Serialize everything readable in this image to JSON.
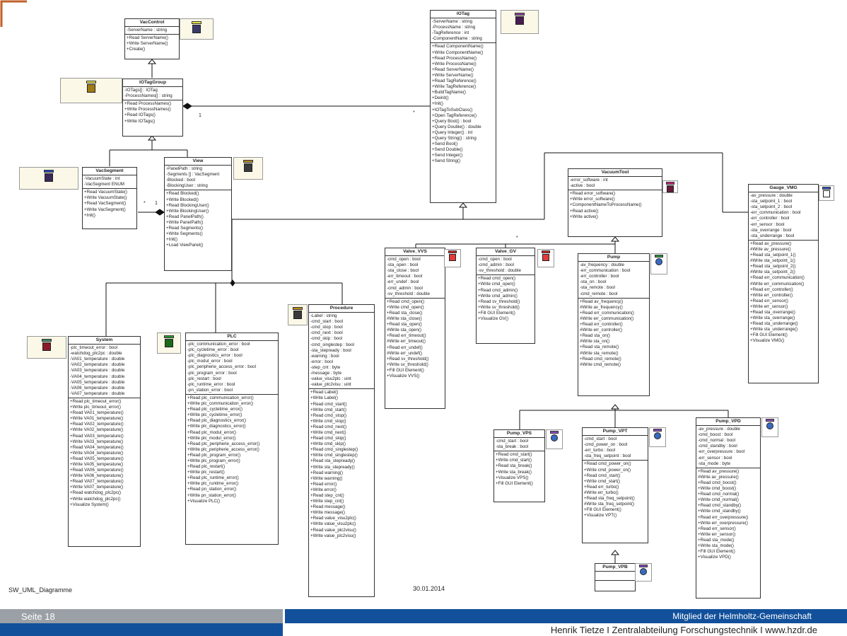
{
  "caption_left": "SW_UML_Diagramme",
  "caption_date": "30.01.2014",
  "footer": {
    "page": "Seite 18",
    "mitglied": "Mitglied der Helmholtz-Gemeinschaft",
    "author": "Henrik Tietze  I  Zentralabteilung Forschungstechnik  I  www.hzdr.de"
  },
  "multiplicities": {
    "m1": "1",
    "m2": "*",
    "m3": "*",
    "m4": "1",
    "m5": "*"
  },
  "colors": {
    "corner": "#c0602a",
    "footer_gray": "#9aa0a6",
    "footer_blue": "#12509b"
  },
  "classes": [
    {
      "id": "VacControl",
      "name": "VacControl",
      "attrs": [
        "-ServerName : string"
      ],
      "ops": [
        "+Read ServerName()",
        "+Write ServerName()",
        "+Create()"
      ]
    },
    {
      "id": "IOTagGroup",
      "name": "IOTagGroup",
      "attrs": [
        "-IOTags[] : IOTag",
        "-ProcessNames[] : string"
      ],
      "ops": [
        "+Read ProcessNames()",
        "+Write ProcessNames()",
        "+Read IOTags()",
        "+Write IOTags()"
      ]
    },
    {
      "id": "IOTag",
      "name": "IOTag",
      "attrs": [
        "-ServerName : string",
        "-ProcessName : string",
        "-TagReference : int",
        "-ComponentName : string"
      ],
      "ops": [
        "+Read ComponentName()",
        "+Write ComponentName()",
        "+Read ProcessName()",
        "+Write ProcessName()",
        "+Read ServerName()",
        "+Write ServerName()",
        "+Read TagReference()",
        "+Write TagReference()",
        "+BuildTagName()",
        "+Deinit()",
        "+Init()",
        "+IOTagToSubClass()",
        "+Open TagReference()",
        "+Query Bool() : bool",
        "+Query Double() : double",
        "+Query Integer() : int",
        "+Query String() : string",
        "+Send Bool()",
        "+Send Double()",
        "+Send Integer()",
        "+Send String()"
      ]
    },
    {
      "id": "VacSegment",
      "name": "VacSegment",
      "attrs": [
        "-VacuumState : int",
        "-VacSegment ENUM"
      ],
      "ops": [
        "+Read VacuumState()",
        "+Write VacuumState()",
        "+Read VacSegment()",
        "+Write VacSegment()",
        "+Init()"
      ]
    },
    {
      "id": "View",
      "name": "View",
      "attrs": [
        "-PanelPath : string",
        "-Segments [] : VacSegment",
        "-Blocked : bool",
        "-BlockingUser : string"
      ],
      "ops": [
        "+Read Blocked()",
        "+Write Blocked()",
        "+Read BlockingUser()",
        "+Write BlockingUser()",
        "+Read PanelPath()",
        "+Write PanelPath()",
        "+Read Segments()",
        "+Write Segments()",
        "+Init()",
        "+Load ViewPanel()"
      ]
    },
    {
      "id": "VacuumTool",
      "name": "VacuumTool",
      "attrs": [
        "-error_software : int",
        "-active : bool"
      ],
      "ops": [
        "+Read error_software()",
        "+Write error_software()",
        "+ComponentNameToProcessName()",
        "+Read active()",
        "+Write active()"
      ]
    },
    {
      "id": "GaugeVMG",
      "name": "Gauge_VMG",
      "attrs": [
        "-av_pressure : double",
        "-sta_setpoint_1 : bool",
        "-sta_setpoint_2 : bool",
        "-err_communication : bool",
        "-err_controller : bool",
        "-err_sensor : bool",
        "-sta_overrange : bool",
        "-sta_underrange : bool"
      ],
      "ops": [
        "+Read av_pressure()",
        "#Write av_pressure()",
        "+Read sta_setpoint_1()",
        "#Write sta_setpoint_1()",
        "+Read sta_setpoint_2()",
        "#Write sta_setpoint_2()",
        "+Read err_communication()",
        "#Write err_communication()",
        "+Read err_controller()",
        "+Write err_controller()",
        "+Read err_sensor()",
        "+Write err_sensor()",
        "+Read sta_overrange()",
        "+Write sta_overrange()",
        "+Read sta_underrange()",
        "+Write sta_underrange()",
        "+Fill GUI Element()",
        "+Visualize VMG()"
      ]
    },
    {
      "id": "ValveVVS",
      "name": "Valve_VVS",
      "attrs": [
        "-cmd_open : bool",
        "-sta_open : bool",
        "-sta_close : bool",
        "-err_timeout : bool",
        "-err_undef : bool",
        "-cmd_admin : bool",
        "-sv_threshold : double"
      ],
      "ops": [
        "+Read cmd_open()",
        "+Write cmd_open()",
        "+Read sta_close()",
        "#Write sta_close()",
        "+Read sta_open()",
        "#Write sta_open()",
        "+Read err_timeout()",
        "#Write err_timeout()",
        "+Read err_undef()",
        "#Write err_undef()",
        "+Read sv_threshold()",
        "+Write sv_threshold()",
        "+Fill GUI Element()",
        "+Visualize VVS()"
      ]
    },
    {
      "id": "ValveGV",
      "name": "Valve_GV",
      "attrs": [
        "-cmd_open : bool",
        "-cmd_admin : bool",
        "-sv_threshold : double"
      ],
      "ops": [
        "+Read cmd_open()",
        "+Write cmd_open()",
        "+Read cmd_admin()",
        "+Write cmd_admin()",
        "+Read sv_threshold()",
        "+Write sv_threshold()",
        "+Fill GUI Element()",
        "+Visualize GV()"
      ]
    },
    {
      "id": "Pump",
      "name": "Pump",
      "attrs": [
        "-av_frequency : double",
        "-err_communication : bool",
        "-err_controller : bool",
        "-sta_on : bool",
        "-sta_remote : bool",
        "-cmd_remote : bool"
      ],
      "ops": [
        "+Read av_frequency()",
        "#Write av_frequency()",
        "+Read err_communication()",
        "#Write err_communication()",
        "+Read err_controller()",
        "#Write err_controller()",
        "+Read sta_on()",
        "#Write sta_on()",
        "+Read sta_remote()",
        "#Write sta_remote()",
        "+Read cmd_remote()",
        "#Write cmd_remote()"
      ]
    },
    {
      "id": "System",
      "name": "System",
      "attrs": [
        "-plc_timeout_error : bool",
        "-watchdog_plc2pc : double",
        "-VA01_temperature : double",
        "-VA02_temperature : double",
        "-VA03_temperature : double",
        "-VA04_temperature : double",
        "-VA05_temperature : double",
        "-VA06_temperature : double",
        "-VA07_temperature : double"
      ],
      "ops": [
        "+Read plc_timeout_error()",
        "+Write plc_timeout_error()",
        "+Read VA01_temperature()",
        "+Write VA01_temperature()",
        "+Read VA02_temperature()",
        "+Write VA02_temperature()",
        "+Read VA03_temperature()",
        "+Write VA03_temperature()",
        "+Read VA04_temperature()",
        "+Write VA04_temperature()",
        "+Read VA05_temperature()",
        "+Write VA05_temperature()",
        "+Read VA06_temperature()",
        "+Write VA06_temperature()",
        "+Read VA07_temperature()",
        "+Write VA07_temperature()",
        "+Read watchdog_plc2pc()",
        "+Write watchdog_plc2pc()",
        "+Visualize System()"
      ]
    },
    {
      "id": "PLC",
      "name": "PLC",
      "attrs": [
        "-plc_communication_error : bool",
        "-plc_cycletime_error : bool",
        "-plc_diagnostics_error : bool",
        "-plc_modul_error : bool",
        "-plc_peripherie_access_error : bool",
        "-plc_program_error : bool",
        "-plc_restart : bool",
        "-plc_runtime_error : bool",
        "-pn_station_error : bool"
      ],
      "ops": [
        "+Read plc_communication_error()",
        "+Write plc_communication_error()",
        "+Read plc_cycletime_error()",
        "+Write plc_cycletime_error()",
        "+Read plc_diagnostics_error()",
        "+Write plc_diagnostics_error()",
        "+Read plc_modul_error()",
        "+Write plc_modul_error()",
        "+Read plc_peripherie_access_error()",
        "+Write plc_peripherie_access_error()",
        "+Read plc_program_error()",
        "+Write plc_program_error()",
        "+Read plc_restart()",
        "+Write plc_restart()",
        "+Read plc_runtime_error()",
        "+Write plc_runtime_error()",
        "+Read pn_station_error()",
        "+Write pn_station_error()",
        "+Visualize PLC()"
      ]
    },
    {
      "id": "Procedure",
      "name": "Procedure",
      "attrs": [
        "-Label : string",
        "-cmd_start : bool",
        "-cmd_stop : bool",
        "-cmd_next : bool",
        "-cmd_skip : bool",
        "-cmd_singlestep : bool",
        "-sta_stepready : bool",
        "-warning : bool",
        "-error : bool",
        "-step_cnt : byte",
        "-message : byte",
        "-value_visu2plc : uint",
        "-value_plc2visu : uint"
      ],
      "ops": [
        "+Read Label()",
        "+Write Label()",
        "+Read cmd_start()",
        "+Write cmd_start()",
        "+Read cmd_stop()",
        "+Write cmd_stop()",
        "+Read cmd_next()",
        "+Write cmd_next()",
        "+Read cmd_skip()",
        "+Write cmd_skip()",
        "+Read cmd_singlestep()",
        "+Write cmd_singlestep()",
        "+Read sta_stepready()",
        "+Write sta_stepready()",
        "+Read warning()",
        "+Write warning()",
        "+Read error()",
        "+Write error()",
        "+Read step_cnt()",
        "+Write step_cnt()",
        "+Read message()",
        "+Write message()",
        "+Read value_visu2plc()",
        "+Write value_visu2plc()",
        "+Read value_plc2visu()",
        "+Write value_plc2visu()"
      ]
    },
    {
      "id": "PumpVPS",
      "name": "Pump_VPS",
      "attrs": [
        "-cmd_start : bool",
        "-sta_break : bool"
      ],
      "ops": [
        "+Read cmd_start()",
        "+Write cmd_start()",
        "+Read sta_break()",
        "+Write sta_break()",
        "+Visualize VPS()",
        "+Fill GUI Element()"
      ]
    },
    {
      "id": "PumpVPT",
      "name": "Pump_VPT",
      "attrs": [
        "-cmd_start : bool",
        "-cmd_power_on : bool",
        "-err_turbo : bool",
        "-sta_freq_setpoint : bool"
      ],
      "ops": [
        "+Read cmd_power_on()",
        "+Write cmd_power_on()",
        "+Read cmd_start()",
        "+Write cmd_start()",
        "+Read err_turbo()",
        "#Write err_turbo()",
        "+Read sta_freq_setpoint()",
        "#Write sta_freq_setpoint()",
        "+Fill GUI Element()",
        "+Visualize VPT()"
      ]
    },
    {
      "id": "PumpVPD",
      "name": "Pump_VPD",
      "attrs": [
        "-av_pressure : double",
        "-cmd_boost : bool",
        "-cmd_normal : bool",
        "-cmd_standby : bool",
        "-err_overpressure : bool",
        "-err_sensor : bool",
        "-sta_mode : byte"
      ],
      "ops": [
        "+Read av_pressure()",
        "#Write av_pressure()",
        "+Read cmd_boost()",
        "+Write cmd_boost()",
        "+Read cmd_normal()",
        "+Write cmd_normal()",
        "+Read cmd_standby()",
        "+Write cmd_standby()",
        "+Read err_overpressure()",
        "+Write err_overpressure()",
        "+Read err_sensor()",
        "+Write err_sensor()",
        "+Read sta_mode()",
        "+Write sta_mode()",
        "+Fill GUI Element()",
        "+Visualize VPD()"
      ]
    },
    {
      "id": "PumpVPB",
      "name": "Pump_VPB",
      "attrs": [],
      "ops": []
    }
  ]
}
